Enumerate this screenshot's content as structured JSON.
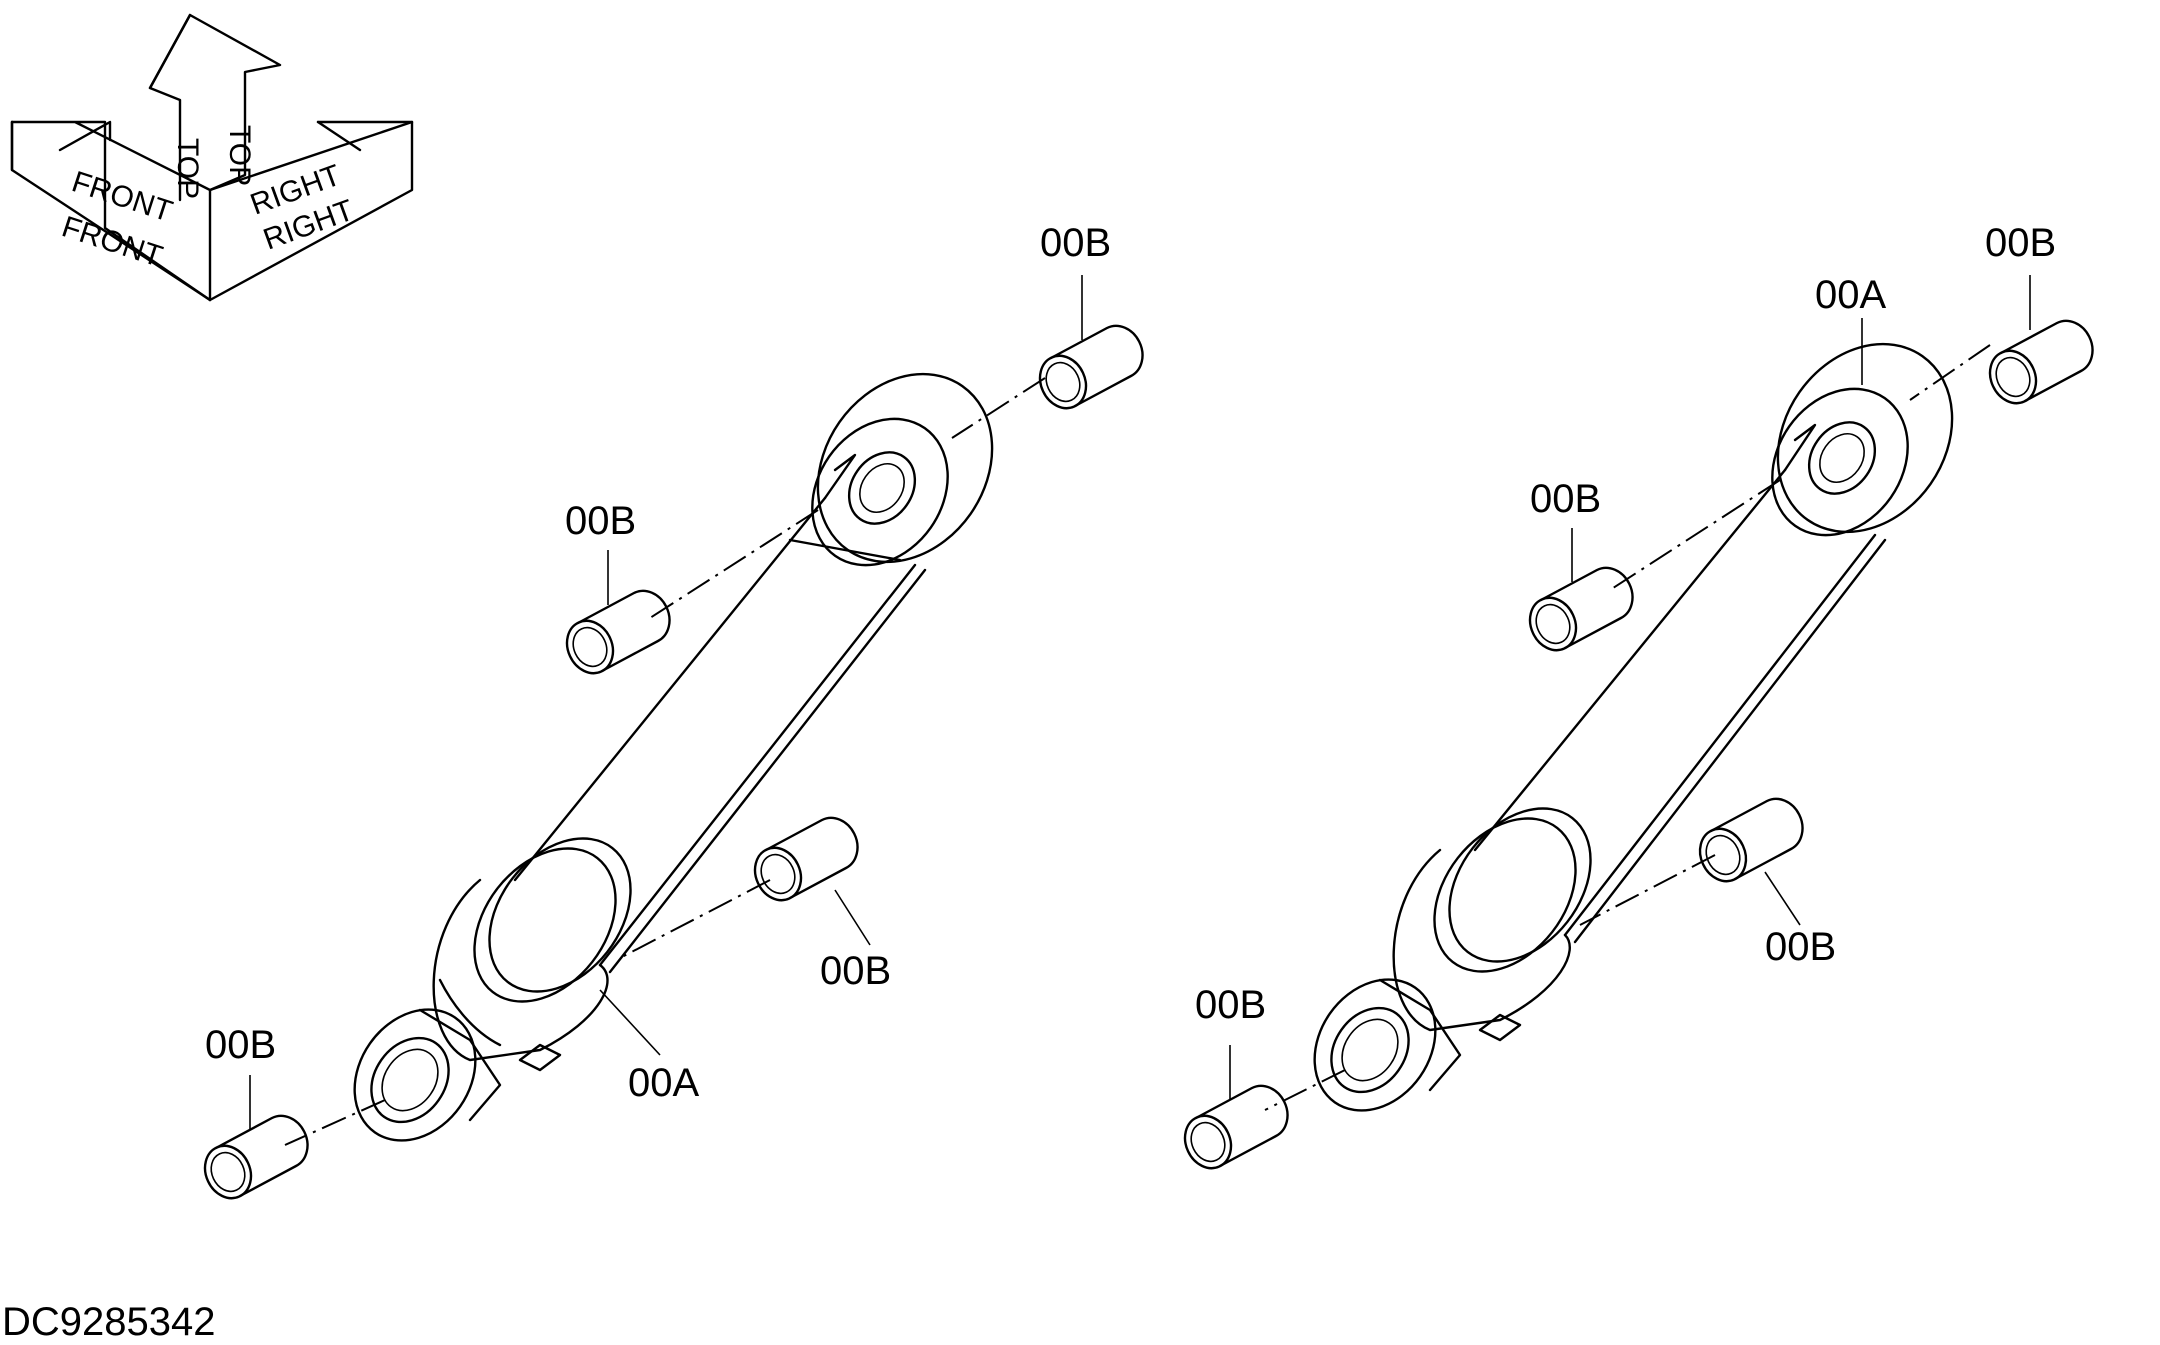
{
  "orientation": {
    "front": "FRONT",
    "top": "TOP",
    "right": "RIGHT"
  },
  "callouts": {
    "left_top_bushing": "00B",
    "left_mid_bushing": "00B",
    "left_lower_right_bushing": "00B",
    "left_bottom_bushing": "00B",
    "left_cylinder": "00A",
    "right_top_bushing": "00B",
    "right_cylinder": "00A",
    "right_mid_bushing": "00B",
    "right_lower_right_bushing": "00B",
    "right_bottom_bushing": "00B"
  },
  "document_id": "DC9285342"
}
